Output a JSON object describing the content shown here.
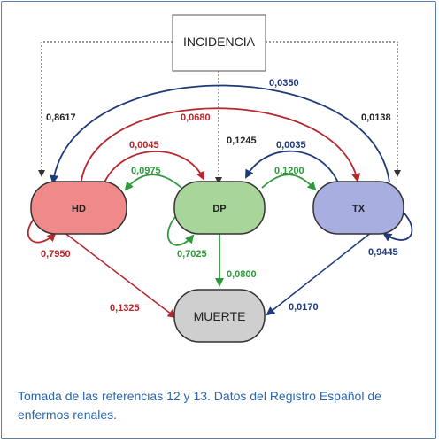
{
  "nodes": {
    "incidencia": "INCIDENCIA",
    "hd": "HD",
    "dp": "DP",
    "tx": "TX",
    "muerte": "MUERTE"
  },
  "transitions": {
    "inc_hd": "0,8617",
    "inc_dp": "0,1245",
    "inc_tx": "0,0138",
    "tx_hd": "0,0350",
    "hd_tx": "0,0680",
    "hd_dp": "0,0045",
    "dp_hd": "0,0975",
    "tx_dp": "0,0035",
    "dp_tx": "0,1200",
    "hd_hd": "0,7950",
    "dp_dp": "0,7025",
    "tx_tx": "0,9445",
    "hd_muerte": "0,1325",
    "dp_muerte": "0,0800",
    "tx_muerte": "0,0170"
  },
  "colors": {
    "red": "#b5282e",
    "green": "#2e9a3c",
    "navy": "#1f3a7a",
    "hd_fill": "#f08a8a",
    "dp_fill": "#a8d59a",
    "tx_fill": "#a9aee0",
    "muerte_fill": "#cfcfcf",
    "caption": "#2a66b0"
  },
  "caption": "Tomada de las referencias 12 y 13. Datos del Registro Español de enfermos renales."
}
